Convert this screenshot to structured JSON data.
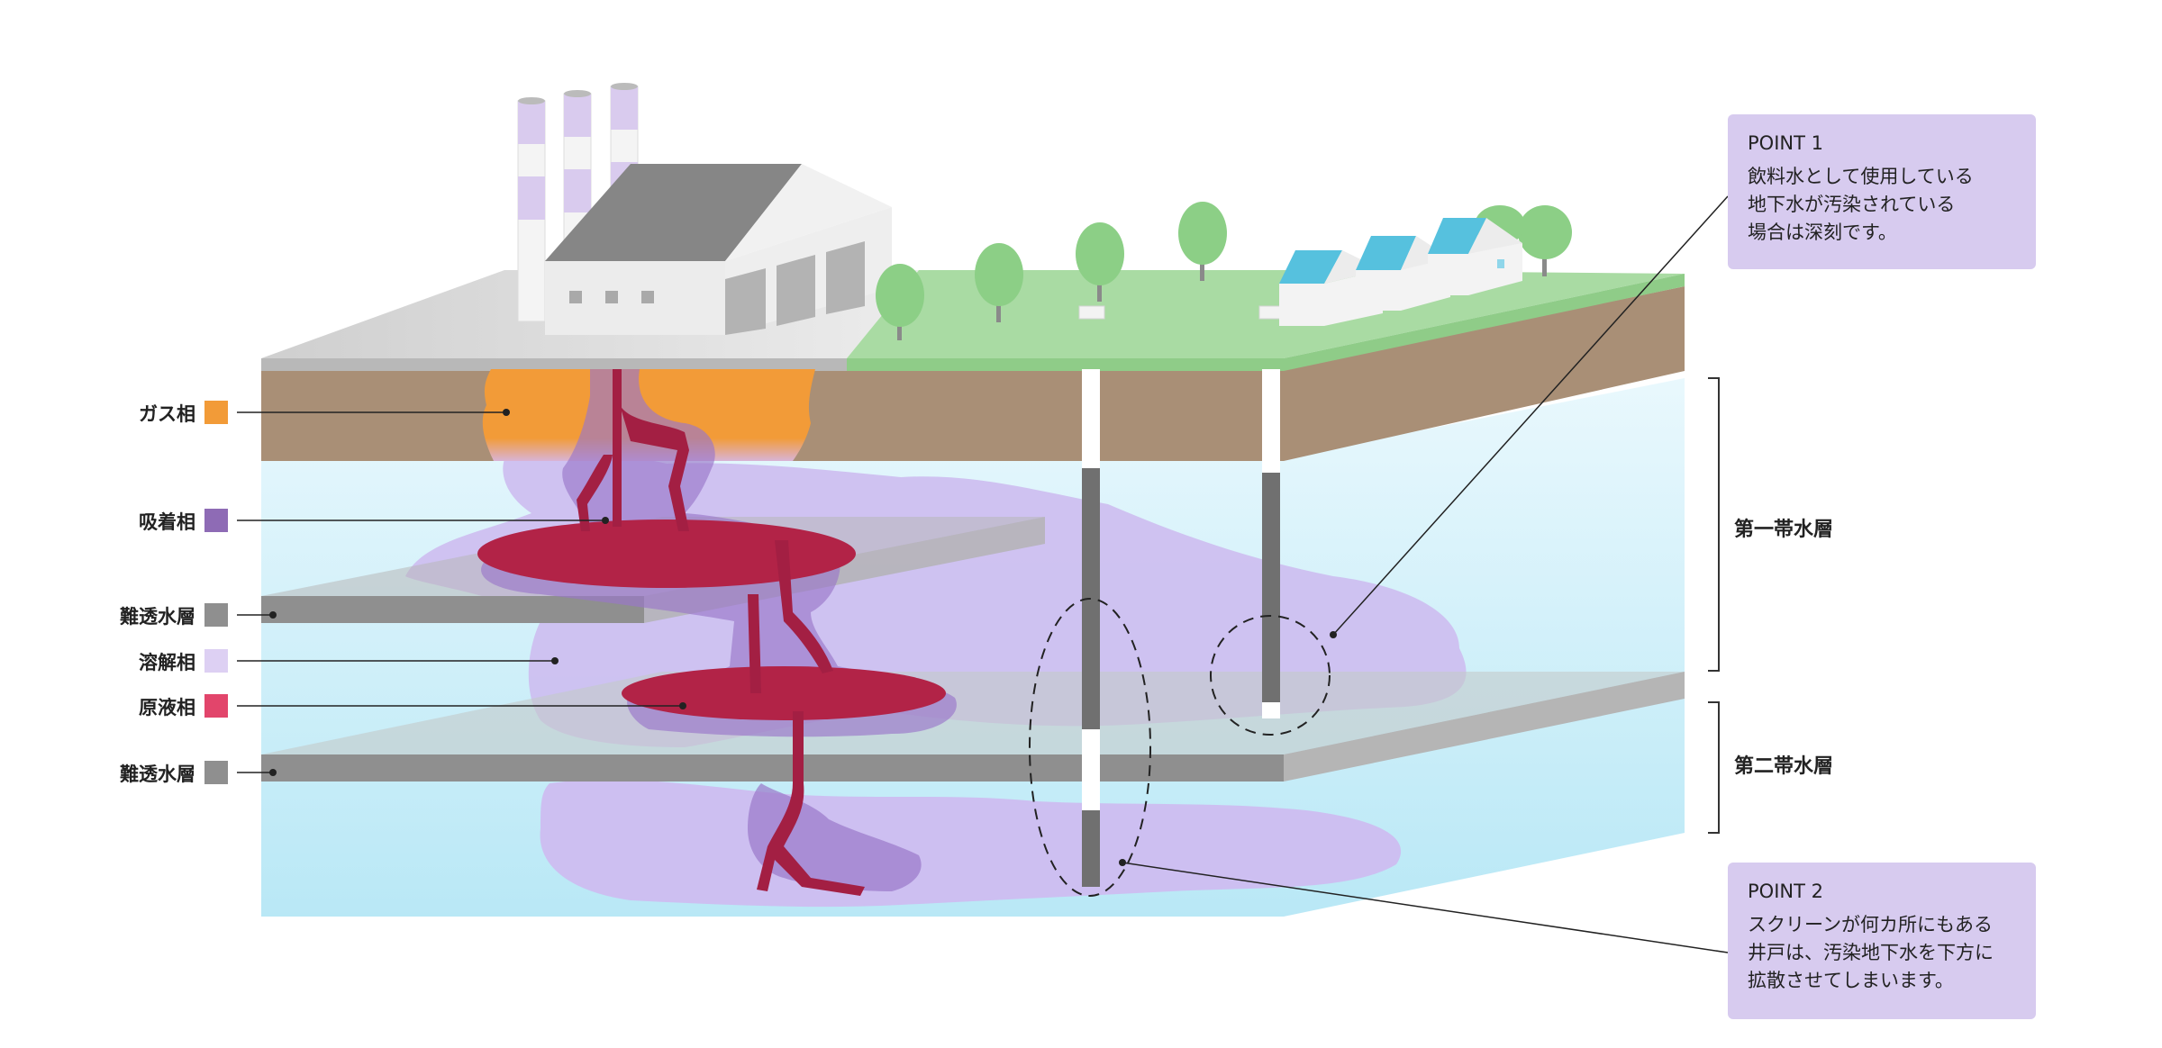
{
  "legend": [
    {
      "label": "ガス相",
      "color": "#f29b38"
    },
    {
      "label": "吸着相",
      "color": "#8e6bb5"
    },
    {
      "label": "難透水層",
      "color": "#8f8f8f"
    },
    {
      "label": "溶解相",
      "color": "#ddd0f3"
    },
    {
      "label": "原液相",
      "color": "#e2456b"
    },
    {
      "label": "難透水層",
      "color": "#8f8f8f"
    }
  ],
  "aquifers": {
    "first": "第一帯水層",
    "second": "第二帯水層"
  },
  "callouts": [
    {
      "title": "POINT 1",
      "body": "飲料水として使用している\n地下水が汚染されている\n場合は深刻です。"
    },
    {
      "title": "POINT 2",
      "body": "スクリーンが何カ所にもある\n井戸は、汚染地下水を下方に\n拡散させてしまいます。"
    }
  ],
  "colors": {
    "soil": "#a98f76",
    "water": "#cdeefa",
    "clay": "#8f8f8f",
    "grass": "#a9dba3",
    "ground": "#cfcfcf",
    "dissolved": "#cdbdf0",
    "free_product": "#b22347",
    "gas": "#f29b38",
    "callout_bg": "#d7cbef"
  }
}
